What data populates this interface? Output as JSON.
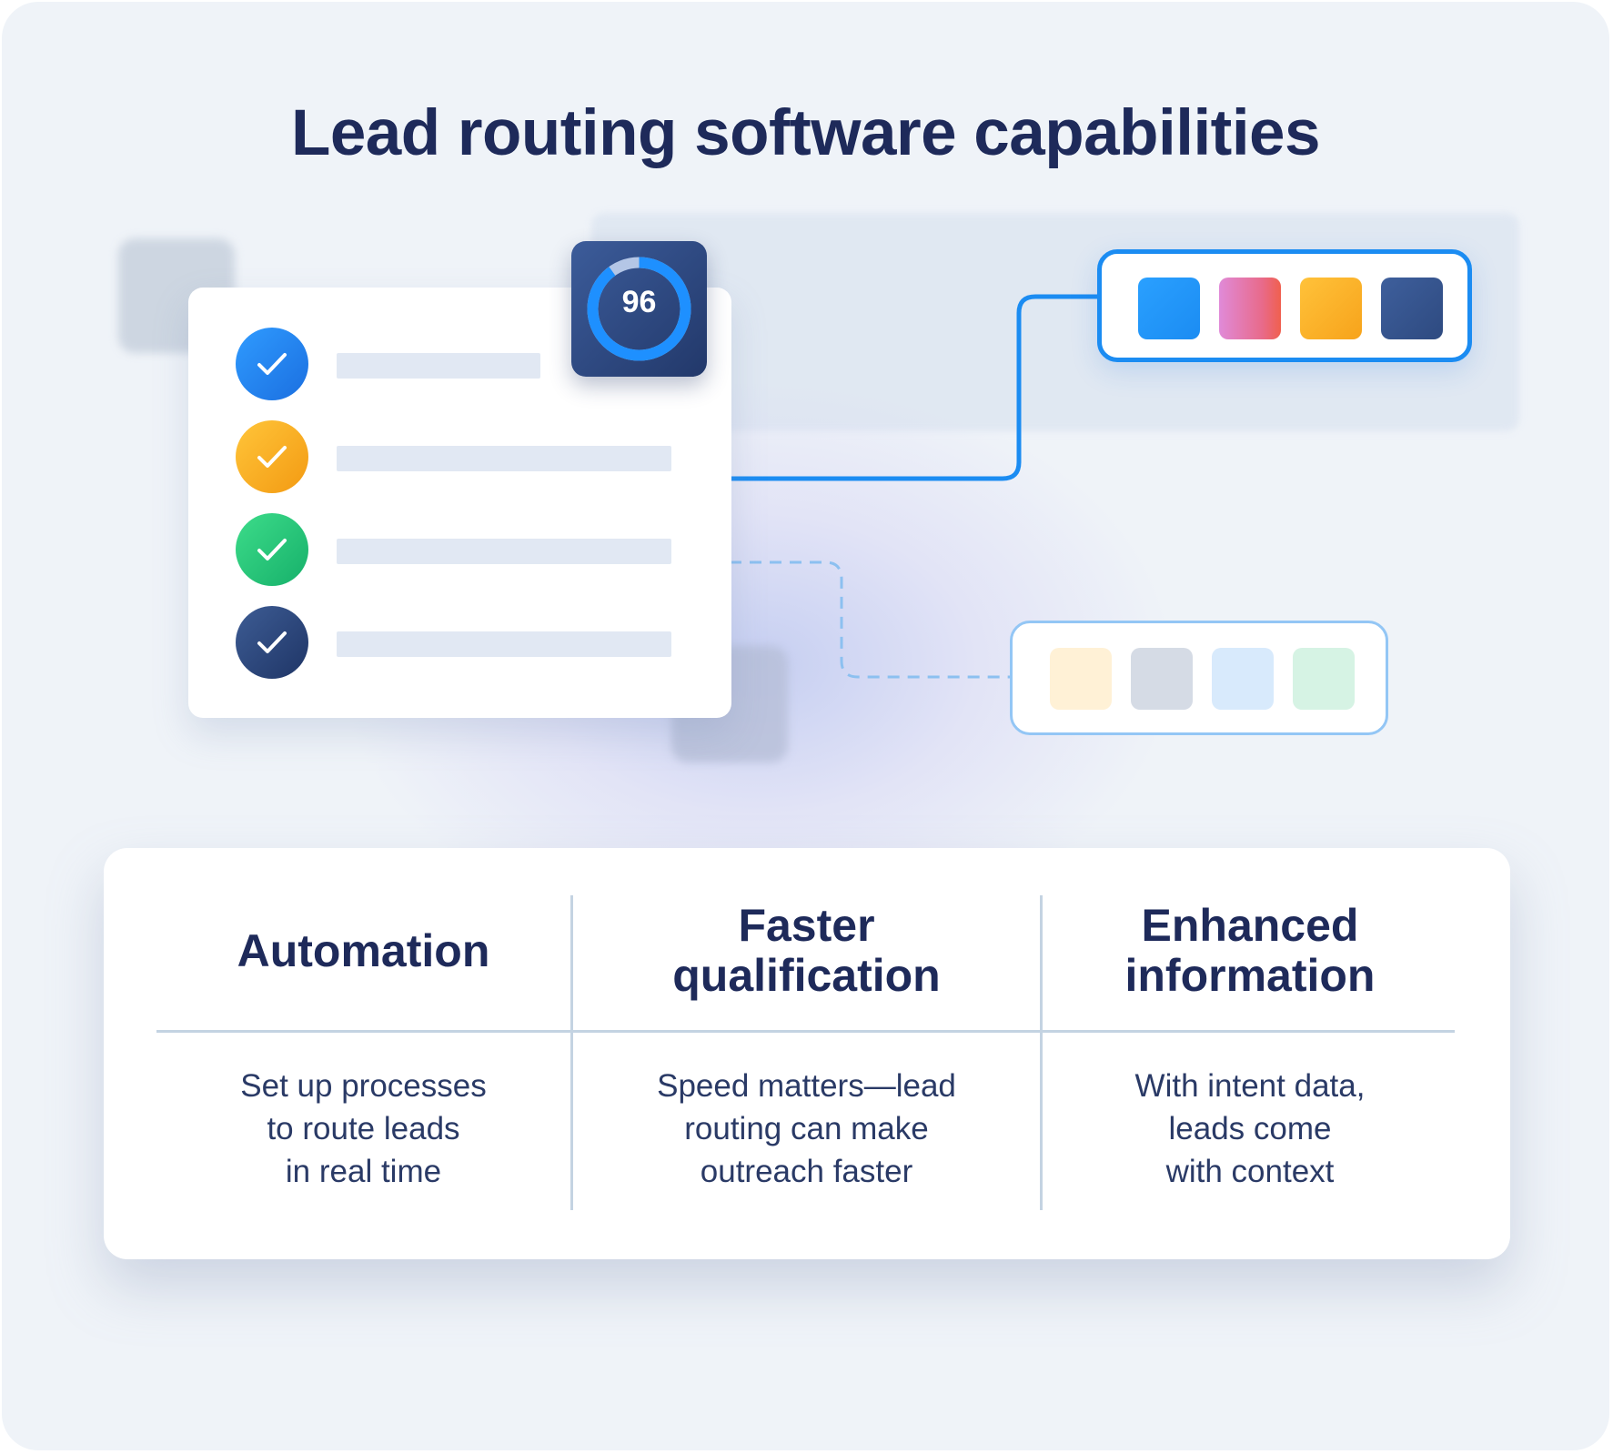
{
  "title": "Lead routing software capabilities",
  "score": "96",
  "score_fraction": 0.9,
  "checklist": [
    {
      "color_from": "#2f9bff",
      "color_to": "#1b6fe0"
    },
    {
      "color_from": "#ffc53a",
      "color_to": "#f39a12"
    },
    {
      "color_from": "#3ddc8a",
      "color_to": "#16b06a"
    },
    {
      "color_from": "#3d5c94",
      "color_to": "#1f3566"
    }
  ],
  "swatches_active": [
    "#1b8cf2",
    "#e86a8a",
    "#f7a31b",
    "#2e4a80"
  ],
  "swatches_faded": [
    "#fff1d6",
    "#d5dbe5",
    "#d8eafc",
    "#d6f3e4"
  ],
  "columns": [
    {
      "title": [
        "Automation"
      ],
      "description": [
        "Set up processes",
        "to route leads",
        "in real time"
      ]
    },
    {
      "title": [
        "Faster",
        "qualification"
      ],
      "description": [
        "Speed matters—lead",
        "routing can make",
        "outreach faster"
      ]
    },
    {
      "title": [
        "Enhanced",
        "information"
      ],
      "description": [
        "With intent data,",
        "leads come",
        "with context"
      ]
    }
  ]
}
